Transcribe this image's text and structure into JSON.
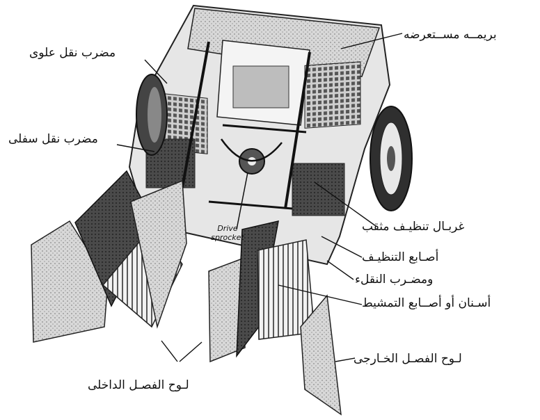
{
  "diagram": {
    "labels": {
      "cross_auger": "بريمــه مســتعرضه",
      "upper_beater": "مضرب نقل علوى",
      "lower_beater": "مضرب نقل سفلى",
      "cleaning_sieve": "غربـال تنظيـف مثقب",
      "cleaning_fingers": "أصـابع التنظيـف",
      "transfer_beater": "ومضـرب النقلء",
      "teeth_fingers": "أسـنان أو أصــابع التمشيط",
      "outer_divider": "لـوح الفصـل الخـارجى",
      "inner_divider": "لـوح الفصـل  الداخلى",
      "drive_line1": "Drive",
      "drive_line2": "sprocket"
    }
  }
}
